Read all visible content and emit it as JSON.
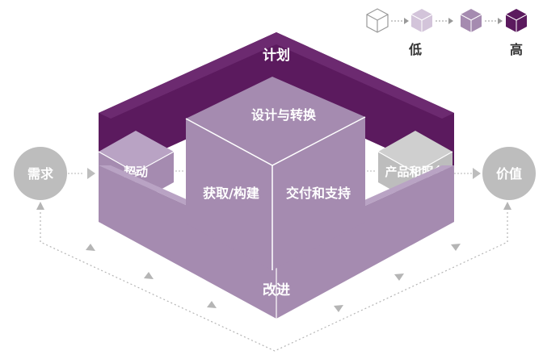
{
  "diagram": {
    "nodes": {
      "plan": "计划",
      "design": "设计与转换",
      "acquire": "获取/构建",
      "deliver": "交付和支持",
      "engage": "契动",
      "products": "产品和服务",
      "improve": "改进",
      "demand": "需求",
      "value": "价值"
    },
    "legend": {
      "low": "低",
      "high": "高"
    }
  },
  "colors": {
    "dark_purple": "#5b1a5e",
    "mid_purple": "#a58bb0",
    "light_purple": "#b9a3c4",
    "gray": "#bdbdbd",
    "arrow_gray": "#b5b5b5"
  }
}
